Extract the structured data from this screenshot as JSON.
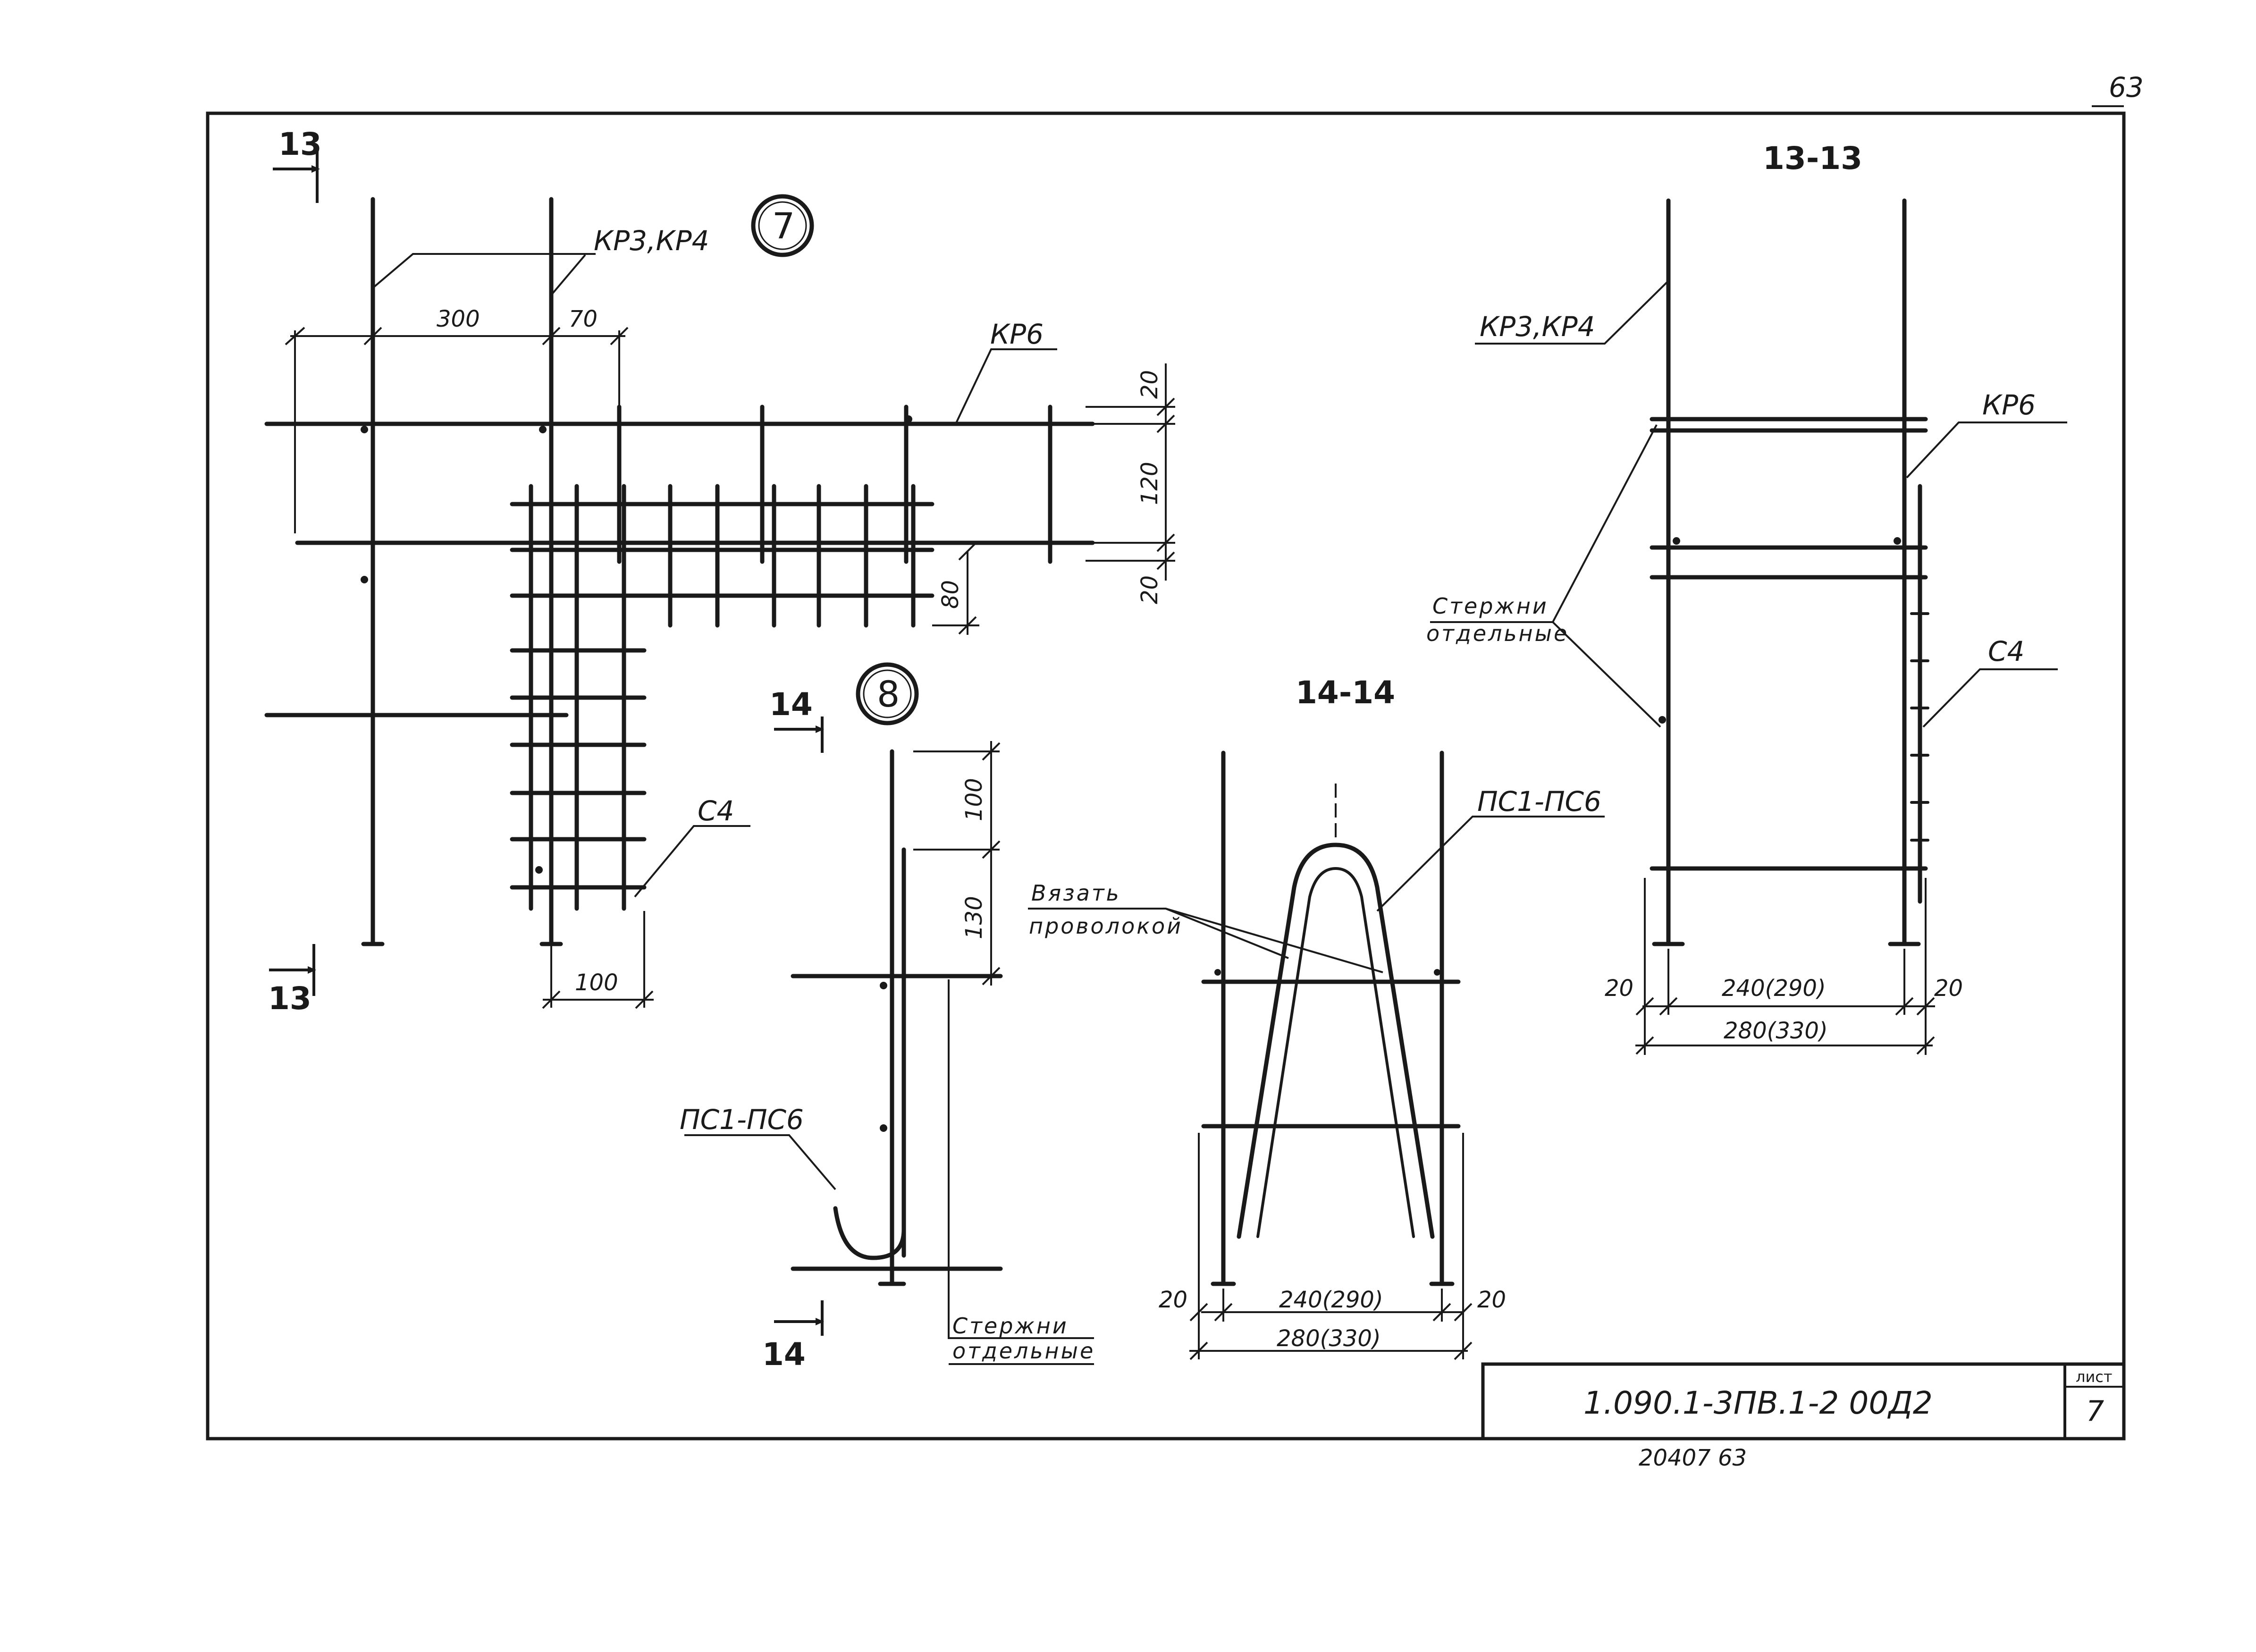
{
  "sheet": {
    "page_corner_number": "63",
    "footer_stamp": "20407    63"
  },
  "title_block": {
    "code": "1.090.1-3ПВ.1-2     00Д2",
    "sheet_label": "лист",
    "sheet_number": "7"
  },
  "node7": {
    "marker": "7",
    "section_mark": "13",
    "labels": {
      "kr3_kr4": "КР3,КР4",
      "kr6": "КР6",
      "c4": "С4"
    },
    "dims": {
      "d300": "300",
      "d70": "70",
      "d20_top": "20",
      "d120": "120",
      "d20_bot": "20",
      "d80": "80",
      "d100": "100"
    }
  },
  "node8": {
    "marker": "8",
    "section_mark": "14",
    "labels": {
      "pc": "ПС1-ПС6",
      "rods_1": "Стержни",
      "rods_2": "отдельные"
    },
    "dims": {
      "d100": "100",
      "d130": "130"
    }
  },
  "section_14": {
    "title": "14-14",
    "labels": {
      "pc": "ПС1-ПС6",
      "tie_1": "Вязать",
      "tie_2": "проволокой"
    },
    "dims": {
      "d20_left": "20",
      "d240": "240(290)",
      "d20_right": "20",
      "d280": "280(330)"
    }
  },
  "section_13": {
    "title": "13-13",
    "labels": {
      "kr3_kr4": "КР3,КР4",
      "kr6": "КР6",
      "c4": "С4",
      "rods_1": "Стержни",
      "rods_2": "отдельные"
    },
    "dims": {
      "d20_left": "20",
      "d240": "240(290)",
      "d20_right": "20",
      "d280": "280(330)"
    }
  }
}
